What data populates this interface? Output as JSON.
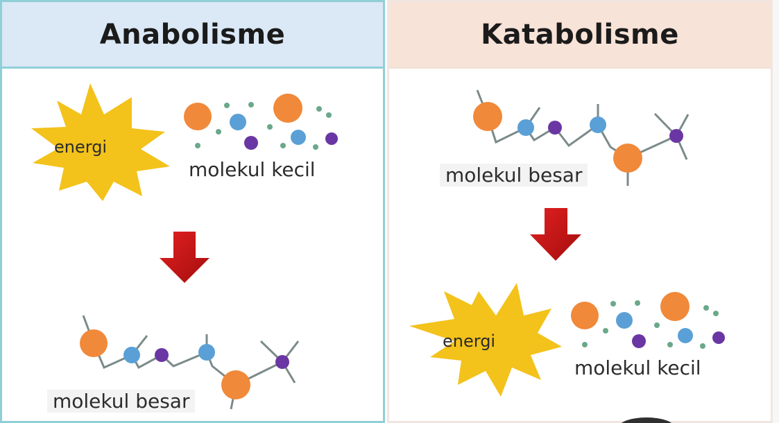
{
  "anabolism": {
    "title": "Anabolisme",
    "energy_label": "energi",
    "small_label": "molekul kecil",
    "large_label": "molekul besar"
  },
  "catabolism": {
    "title": "Katabolisme",
    "energy_label": "energi",
    "small_label": "molekul kecil",
    "large_label": "molekul besar"
  },
  "colors": {
    "left_border": "#8fd0d8",
    "left_header": "#dbe8f5",
    "right_header": "#f8e3d8",
    "sun": "#f3c21b",
    "orange": "#f0893a",
    "blue": "#5aa0d6",
    "purple": "#6a36a3",
    "green": "#6aa88a",
    "arrow": "#d01818"
  }
}
